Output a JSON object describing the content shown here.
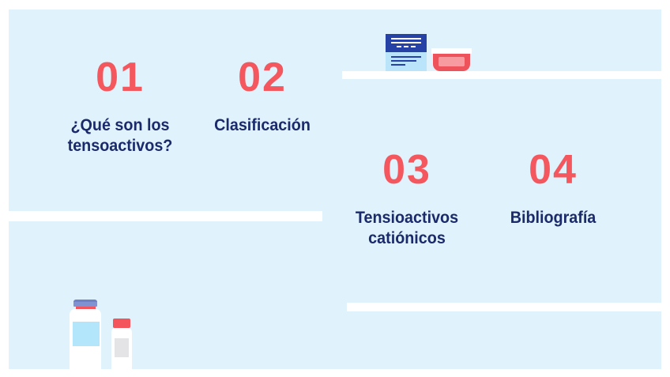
{
  "slide": {
    "toc": [
      {
        "number": "01",
        "label": "¿Qué son los\ntensoactivos?"
      },
      {
        "number": "02",
        "label": "Clasificación"
      },
      {
        "number": "03",
        "label": "Tensioactivos\ncatiónicos"
      },
      {
        "number": "04",
        "label": "Bibliografía"
      }
    ],
    "colors": {
      "panel_background": "#E0F3FC",
      "page_margin": "#FFFFFF",
      "number_accent": "#F4575E",
      "label_text": "#1B2A6B",
      "shelf": "#FFFFFF",
      "notebook_top": "#2742A6",
      "notebook_bottom": "#B9E4FA",
      "bowl_red": "#EE525A",
      "bowl_inner_pink": "#F89BA0",
      "bottle_cap_periwinkle": "#8092D2",
      "bottle_cap_red": "#F4555C",
      "bottle_label_blue": "#B3E6FB",
      "bottle_label_gray": "#E4E4E6"
    },
    "decor_icons": [
      "notebook-icon",
      "bowl-icon",
      "large-bottle-icon",
      "small-bottle-icon",
      "top-right-shelf",
      "middle-left-shelf",
      "bottom-right-shelf"
    ]
  }
}
